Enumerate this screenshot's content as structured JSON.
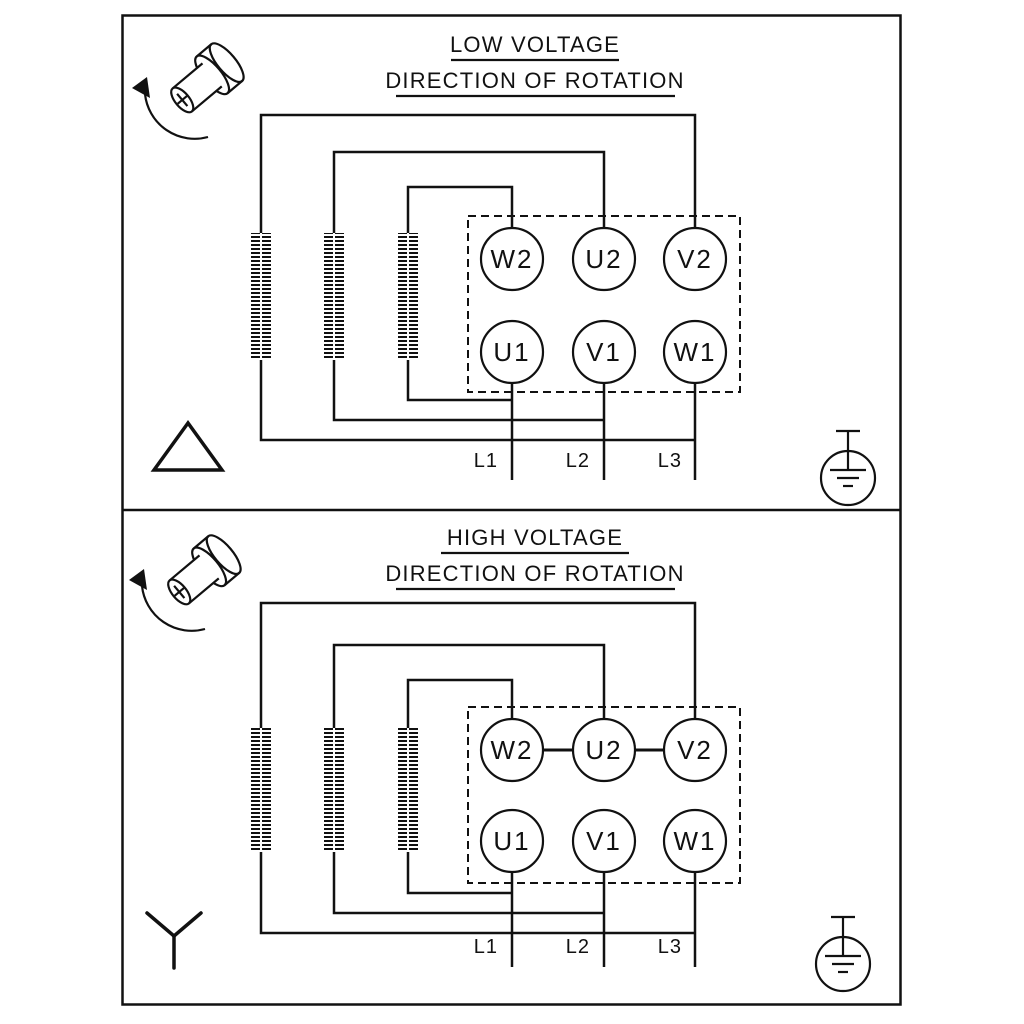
{
  "colors": {
    "background": "#ffffff",
    "line": "#111111",
    "text": "#111111"
  },
  "panels": [
    {
      "title": "LOW VOLTAGE",
      "subtitle": "DIRECTION OF ROTATION",
      "connection": "delta",
      "terminals": {
        "top_row": [
          "W2",
          "U2",
          "V2"
        ],
        "bottom_row": [
          "U1",
          "V1",
          "W1"
        ]
      },
      "leads": [
        "L1",
        "L2",
        "L3"
      ]
    },
    {
      "title": "HIGH VOLTAGE",
      "subtitle": "DIRECTION OF ROTATION",
      "connection": "star",
      "terminals": {
        "top_row": [
          "W2",
          "U2",
          "V2"
        ],
        "bottom_row": [
          "U1",
          "V1",
          "W1"
        ]
      },
      "leads": [
        "L1",
        "L2",
        "L3"
      ]
    }
  ]
}
